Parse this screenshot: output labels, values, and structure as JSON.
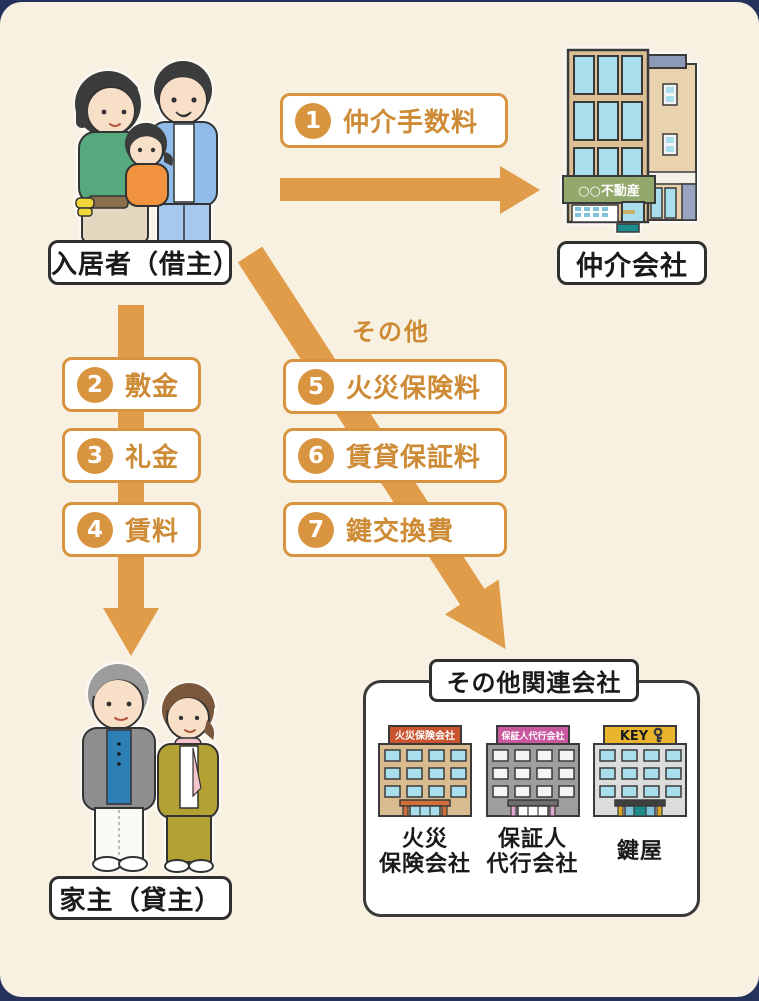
{
  "diagram": {
    "tenant": {
      "label": "入居者（借主）"
    },
    "broker": {
      "label": "仲介会社",
      "sign": "○○不動産"
    },
    "landlord": {
      "label": "家主（貸主）"
    },
    "others": {
      "heading": "その他",
      "title": "その他関連会社",
      "companies": [
        {
          "sign": "火災保険会社",
          "name_line1": "火災",
          "name_line2": "保険会社"
        },
        {
          "sign": "保証人代行会社",
          "name_line1": "保証人",
          "name_line2": "代行会社"
        },
        {
          "sign": "KEY",
          "name_line1": "鍵屋",
          "name_line2": ""
        }
      ]
    }
  },
  "fees": {
    "to_broker": [
      {
        "num": "1",
        "label": "仲介手数料"
      }
    ],
    "to_landlord": [
      {
        "num": "2",
        "label": "敷金"
      },
      {
        "num": "3",
        "label": "礼金"
      },
      {
        "num": "4",
        "label": "賃料"
      }
    ],
    "to_others": [
      {
        "num": "5",
        "label": "火災保険料"
      },
      {
        "num": "6",
        "label": "賃貸保証料"
      },
      {
        "num": "7",
        "label": "鍵交換費"
      }
    ]
  },
  "colors": {
    "background_cream": "#F8F0E1",
    "frame_navy": "#25335C",
    "accent_orange": "#D8943E",
    "arrow_orange": "#E09C48",
    "sign_green": "#93A96C",
    "sign_red": "#C95530",
    "sign_magenta": "#C9579E",
    "sign_yellow": "#E9B52D"
  }
}
